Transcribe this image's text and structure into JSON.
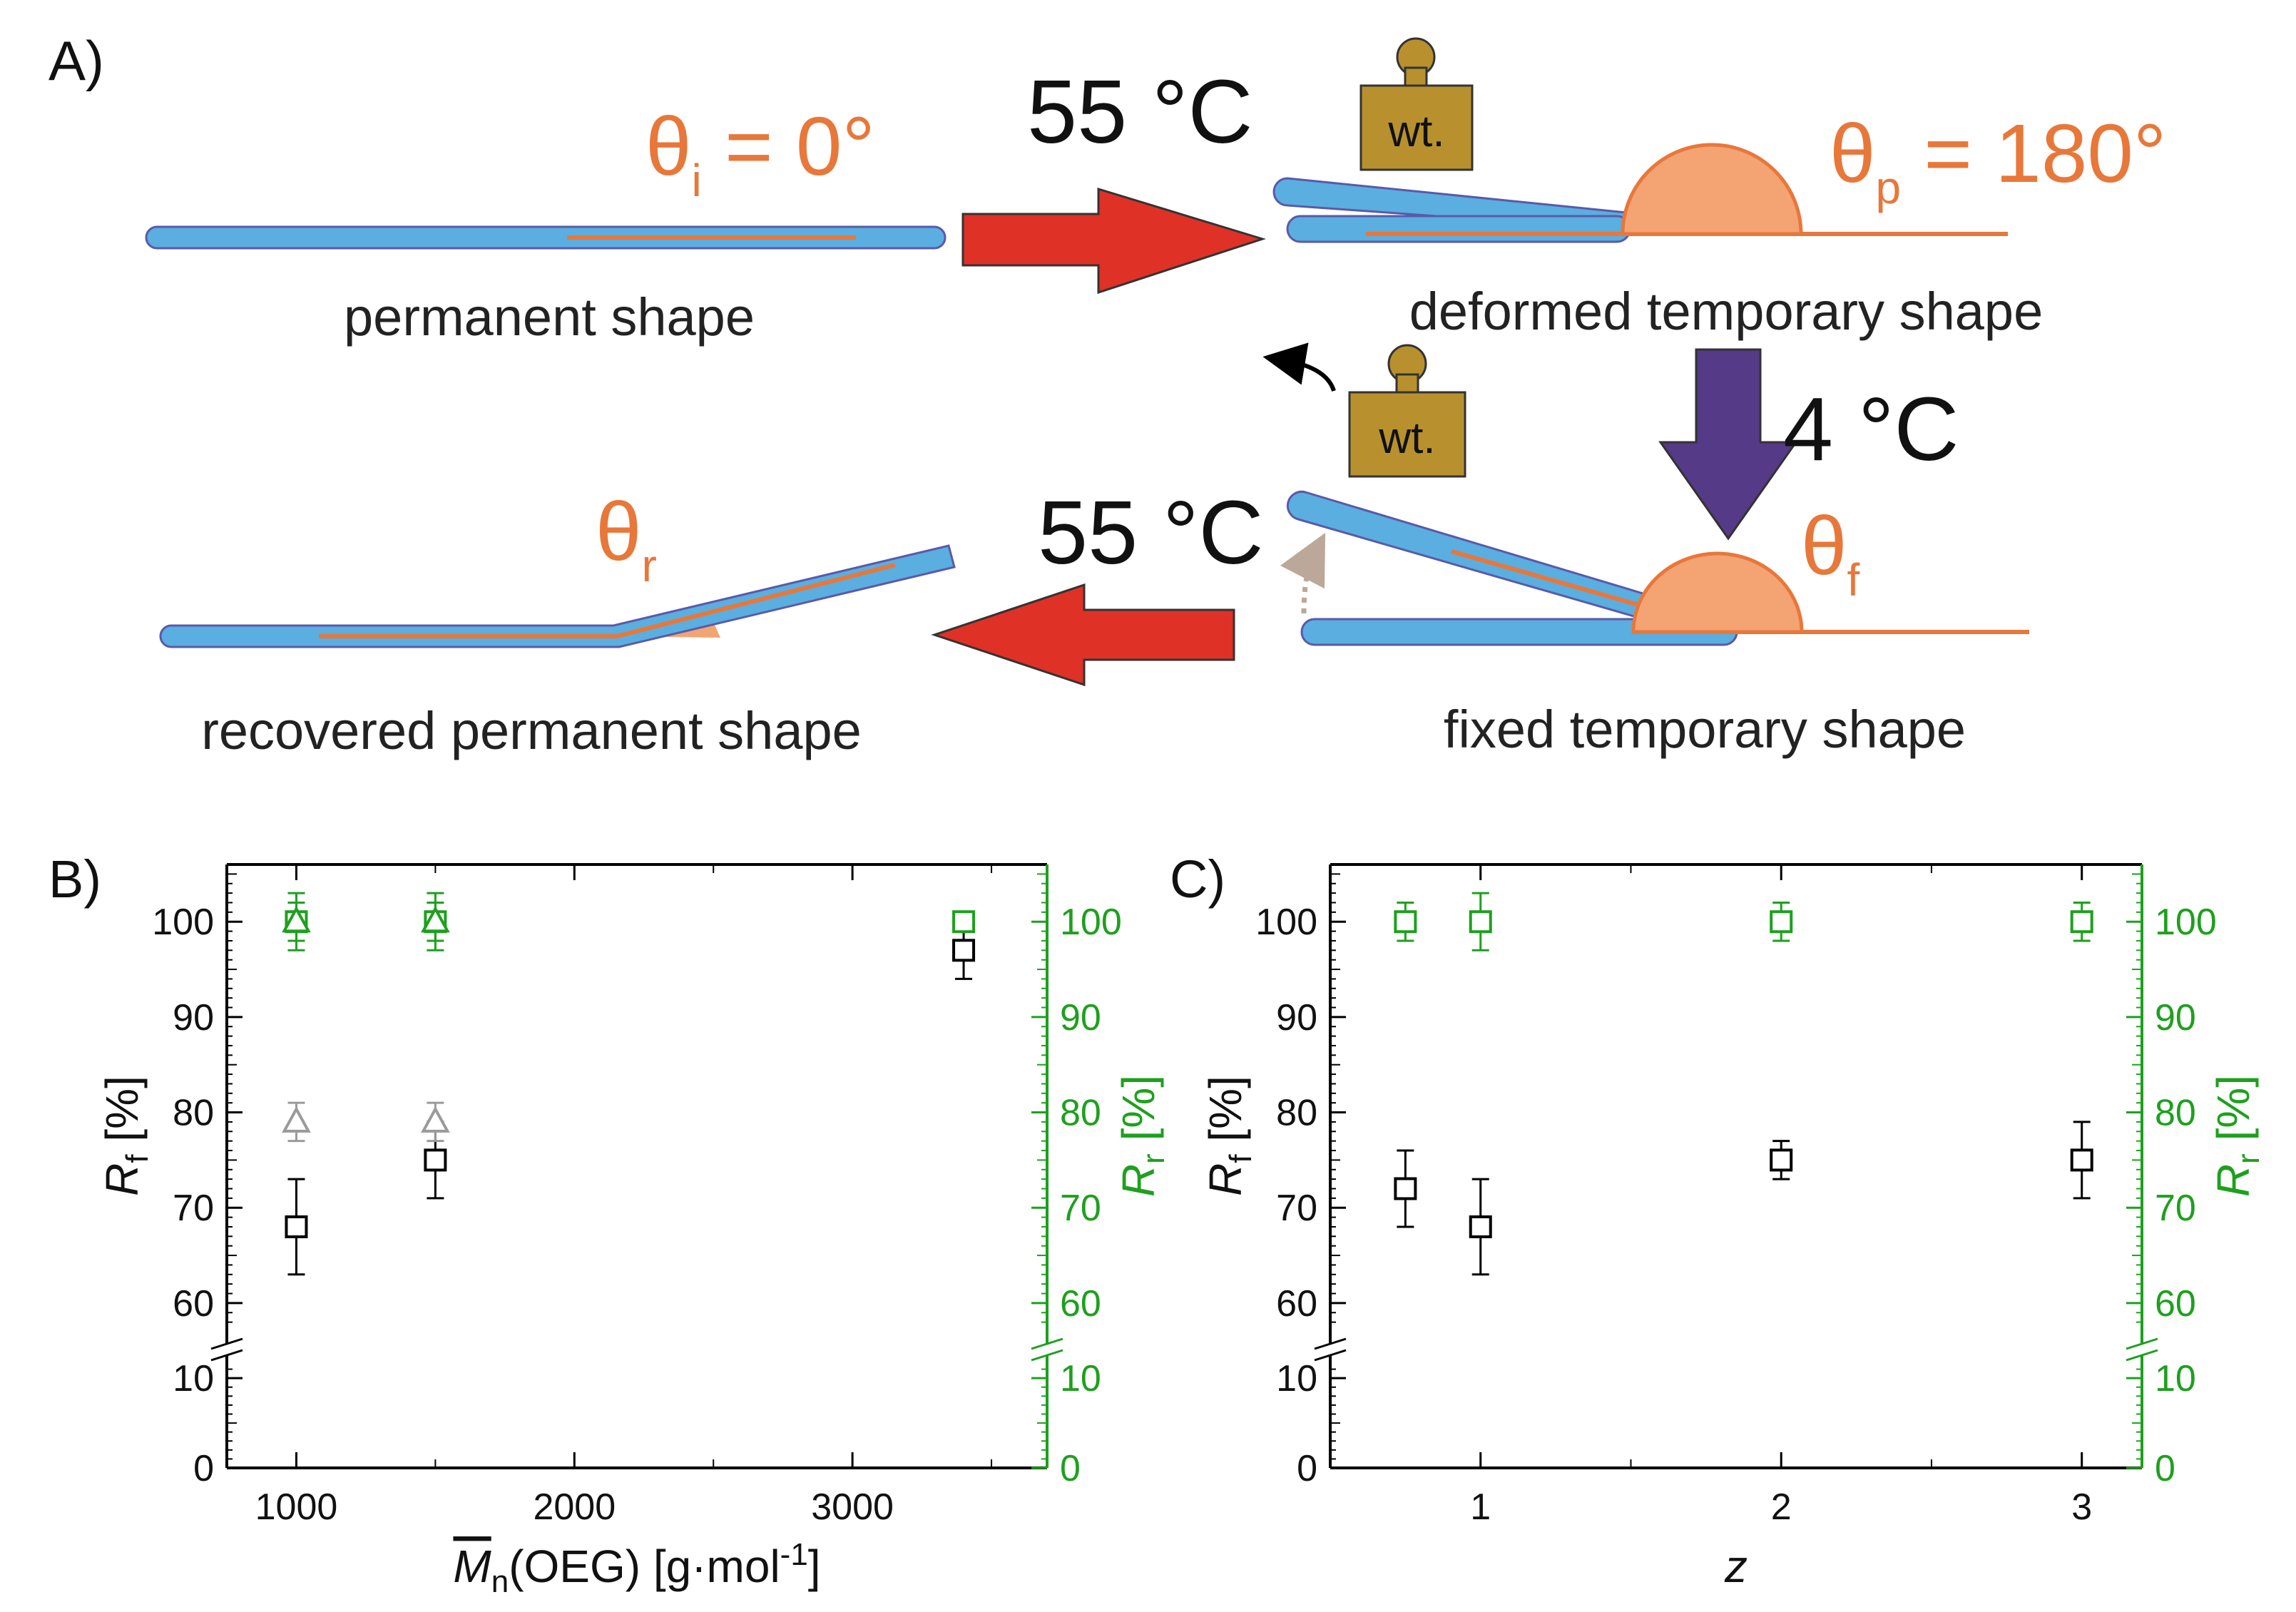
{
  "colors": {
    "rod_fill": "#5aaee0",
    "rod_stroke": "#5a5aa8",
    "accent_orange": "#e8773a",
    "half_disc_fill": "#f4a373",
    "weight_fill": "#b8912e",
    "heat_arrow": "#e03127",
    "cool_arrow": "#553a87",
    "green_axis": "#1ea01e",
    "gray_marker": "#9a9a9a"
  },
  "schematic": {
    "panel_label": "A)",
    "theta_i": {
      "sym": "θ",
      "sub": "i",
      "rest": " = 0°"
    },
    "theta_p": {
      "sym": "θ",
      "sub": "p",
      "rest": " = 180°"
    },
    "theta_r": {
      "sym": "θ",
      "sub": "r"
    },
    "theta_f": {
      "sym": "θ",
      "sub": "f"
    },
    "temp_heat_1": "55 °C",
    "temp_cool": "4 °C",
    "temp_heat_2": "55 °C",
    "weight_label": "wt.",
    "label_permanent": "permanent shape",
    "label_deformed": "deformed temporary shape",
    "label_fixed": "fixed temporary shape",
    "label_recovered": "recovered permanent shape"
  },
  "chart_data": [
    {
      "panel_label": "B)",
      "type": "scatter",
      "xlabel": {
        "main": "M",
        "sub": "n",
        "rest": "(OEG) [g·mol",
        "sup": "-1",
        "end": "]"
      },
      "ylabel_left": {
        "main": "R",
        "sub": "f",
        "rest": " [%]"
      },
      "ylabel_right": {
        "main": "R",
        "sub": "r",
        "rest": " [%]"
      },
      "xlim": [
        750,
        3700
      ],
      "xticks": [
        "1000",
        "2000",
        "3000"
      ],
      "xtick_values": [
        1000,
        2000,
        3000
      ],
      "ylim_lower": [
        0,
        12
      ],
      "ylim_upper": [
        57,
        106
      ],
      "yticks_lower": [
        "0",
        "10"
      ],
      "yticks_upper": [
        "60",
        "70",
        "80",
        "90",
        "100"
      ],
      "axis_break": true,
      "series": [
        {
          "axis": "left",
          "marker": "square",
          "color": "#000000",
          "x": [
            1000,
            1500,
            3400
          ],
          "y": [
            68,
            75,
            97
          ],
          "err": [
            5,
            4,
            3
          ]
        },
        {
          "axis": "left",
          "marker": "triangle",
          "color": "#9a9a9a",
          "x": [
            1000,
            1500
          ],
          "y": [
            79,
            79
          ],
          "err": [
            2,
            2
          ]
        },
        {
          "axis": "right",
          "marker": "square",
          "color": "#1ea01e",
          "x": [
            1000,
            1500,
            3400
          ],
          "y": [
            100,
            100,
            100
          ],
          "err": [
            2,
            2,
            1
          ]
        },
        {
          "axis": "right",
          "marker": "triangle",
          "color": "#1ea01e",
          "x": [
            1000,
            1500
          ],
          "y": [
            100,
            100
          ],
          "err": [
            3,
            3
          ]
        }
      ]
    },
    {
      "panel_label": "C)",
      "type": "scatter",
      "xlabel": {
        "main": "z"
      },
      "ylabel_left": {
        "main": "R",
        "sub": "f",
        "rest": " [%]"
      },
      "ylabel_right": {
        "main": "R",
        "sub": "r",
        "rest": " [%]"
      },
      "xlim": [
        0.5,
        3.2
      ],
      "xticks": [
        "1",
        "2",
        "3"
      ],
      "xtick_values": [
        1,
        2,
        3
      ],
      "ylim_lower": [
        0,
        12
      ],
      "ylim_upper": [
        57,
        106
      ],
      "yticks_lower": [
        "0",
        "10"
      ],
      "yticks_upper": [
        "60",
        "70",
        "80",
        "90",
        "100"
      ],
      "axis_break": true,
      "series": [
        {
          "axis": "left",
          "marker": "square",
          "color": "#000000",
          "x": [
            0.75,
            1,
            2,
            3
          ],
          "y": [
            72,
            68,
            75,
            75
          ],
          "err": [
            4,
            5,
            2,
            4
          ]
        },
        {
          "axis": "right",
          "marker": "square",
          "color": "#1ea01e",
          "x": [
            0.75,
            1,
            2,
            3
          ],
          "y": [
            100,
            100,
            100,
            100
          ],
          "err": [
            2,
            3,
            2,
            2
          ]
        }
      ]
    }
  ]
}
